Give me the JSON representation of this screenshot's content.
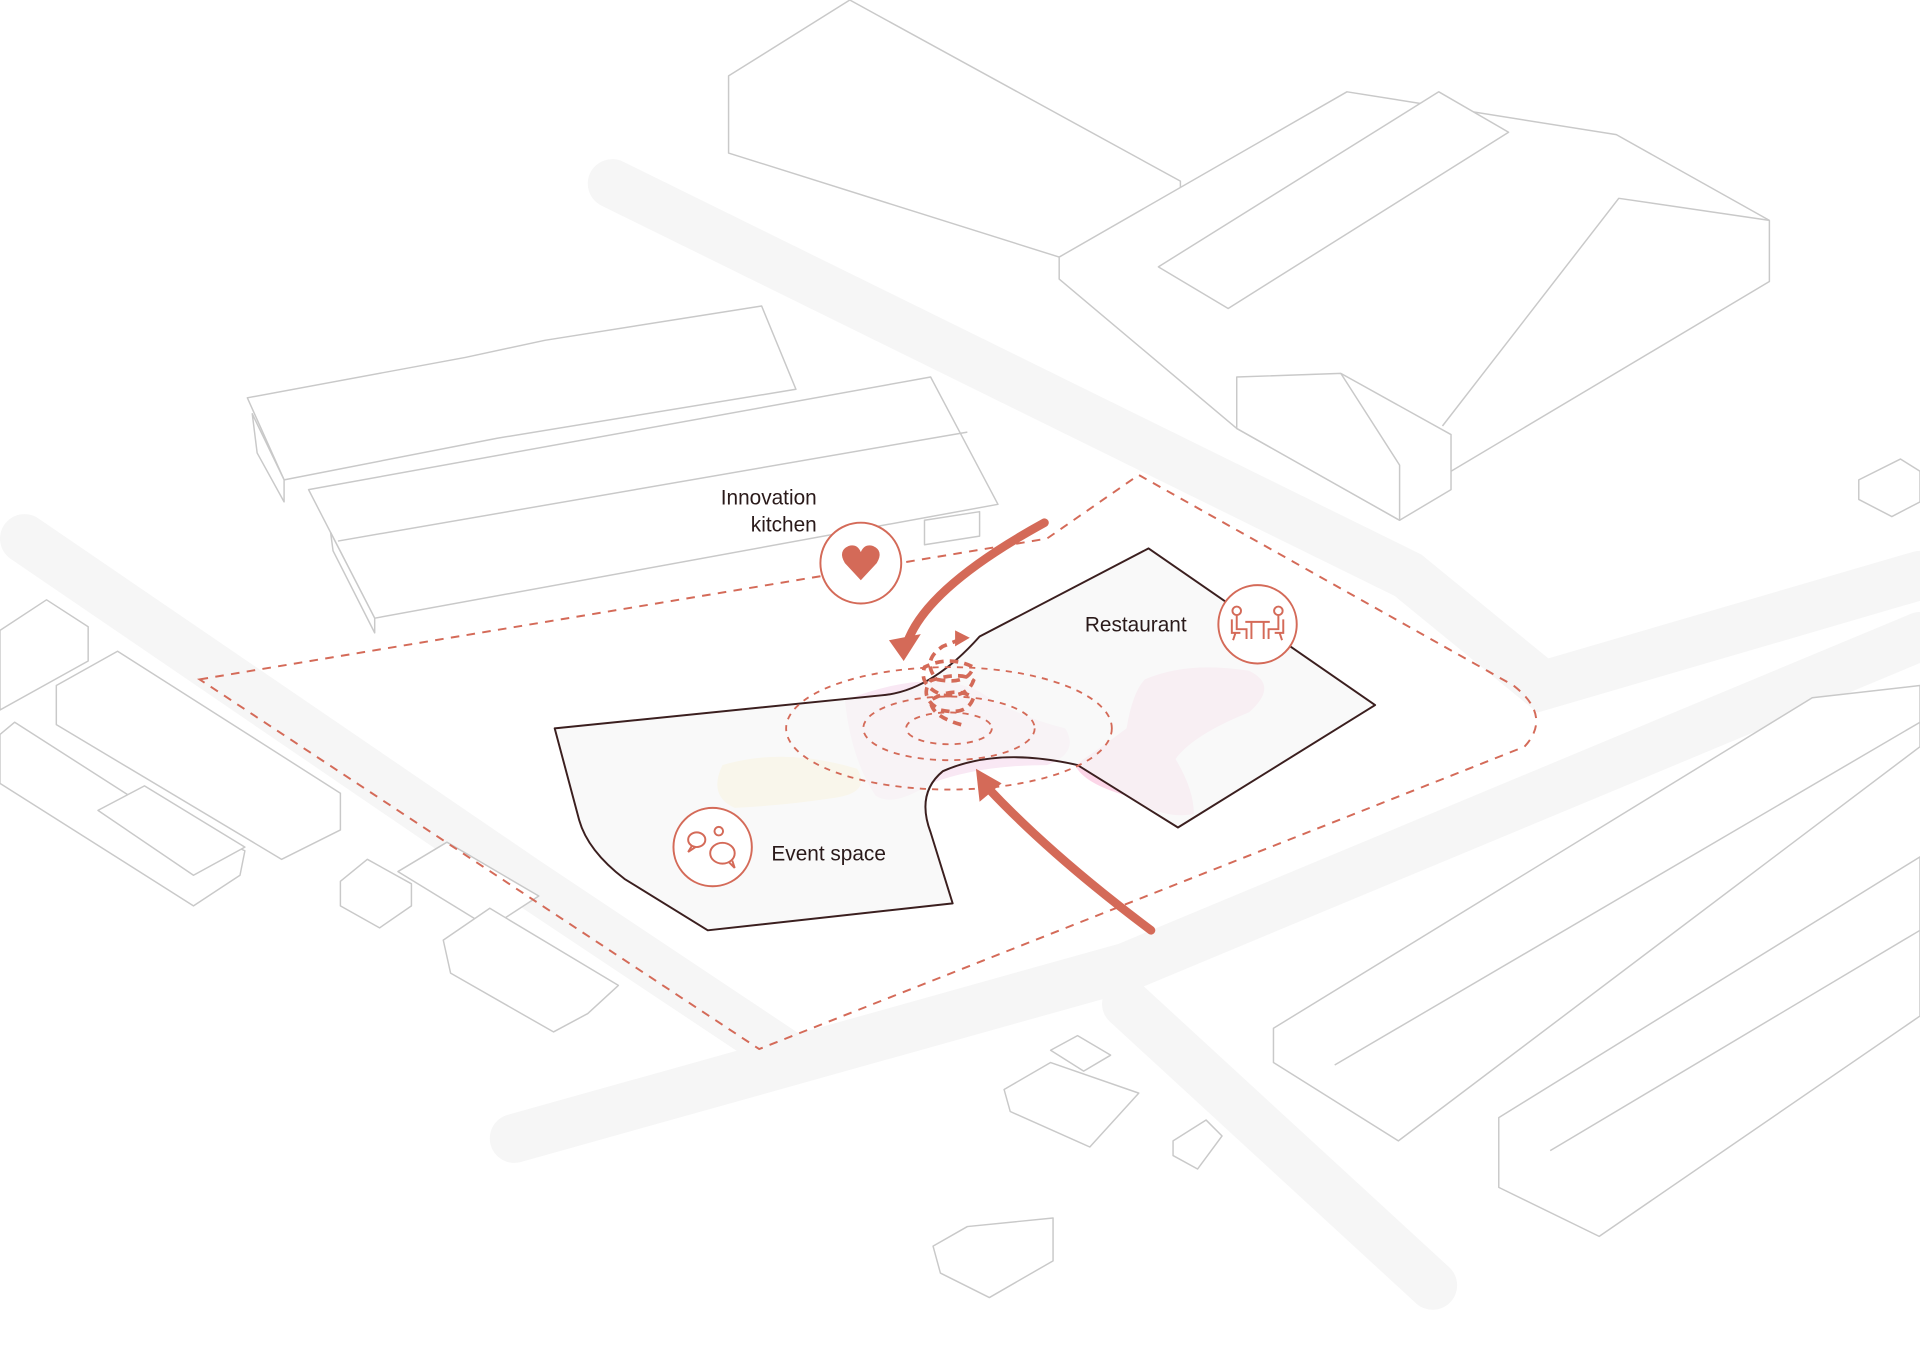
{
  "title": "Site concept diagram",
  "colors": {
    "accent": "#d46a58",
    "outline": "#3b1f1f",
    "building_stroke": "#c9c9c9",
    "zone_yellow": "#fdf3c6",
    "zone_pink": "#fcd6e8",
    "zone_light_pink": "#f9e8f4"
  },
  "labels": {
    "kitchen_line1": "Innovation",
    "kitchen_line2": "kitchen",
    "restaurant": "Restaurant",
    "event_space": "Event space"
  },
  "icons": {
    "kitchen": "heart-icon",
    "restaurant": "dining-table-icon",
    "event_space": "speech-bubbles-icon"
  }
}
